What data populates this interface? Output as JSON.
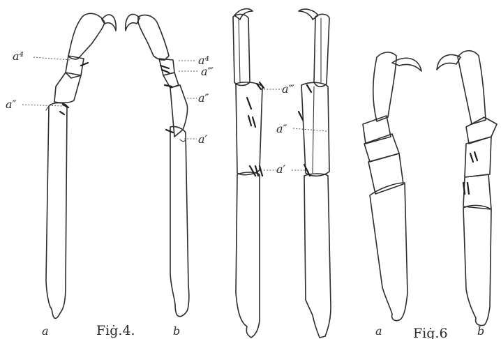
{
  "figure": {
    "background": "#ffffff",
    "ink": "#2c2c2c"
  },
  "fig4": {
    "caption": "Fiġ.4.",
    "left_leg": {
      "view_letter": "a",
      "segment_labels": [
        "a⁴",
        "a″"
      ]
    },
    "right_leg": {
      "view_letter": "b",
      "segment_labels": [
        "a⁴",
        "a‴",
        "a″",
        "a′"
      ]
    }
  },
  "middle_pair": {
    "segment_labels": [
      "a‴",
      "a″",
      "a′"
    ]
  },
  "fig_right": {
    "caption": "Fiġ.6",
    "left_leg": {
      "view_letter": "a"
    },
    "right_leg": {
      "view_letter": "b"
    }
  }
}
